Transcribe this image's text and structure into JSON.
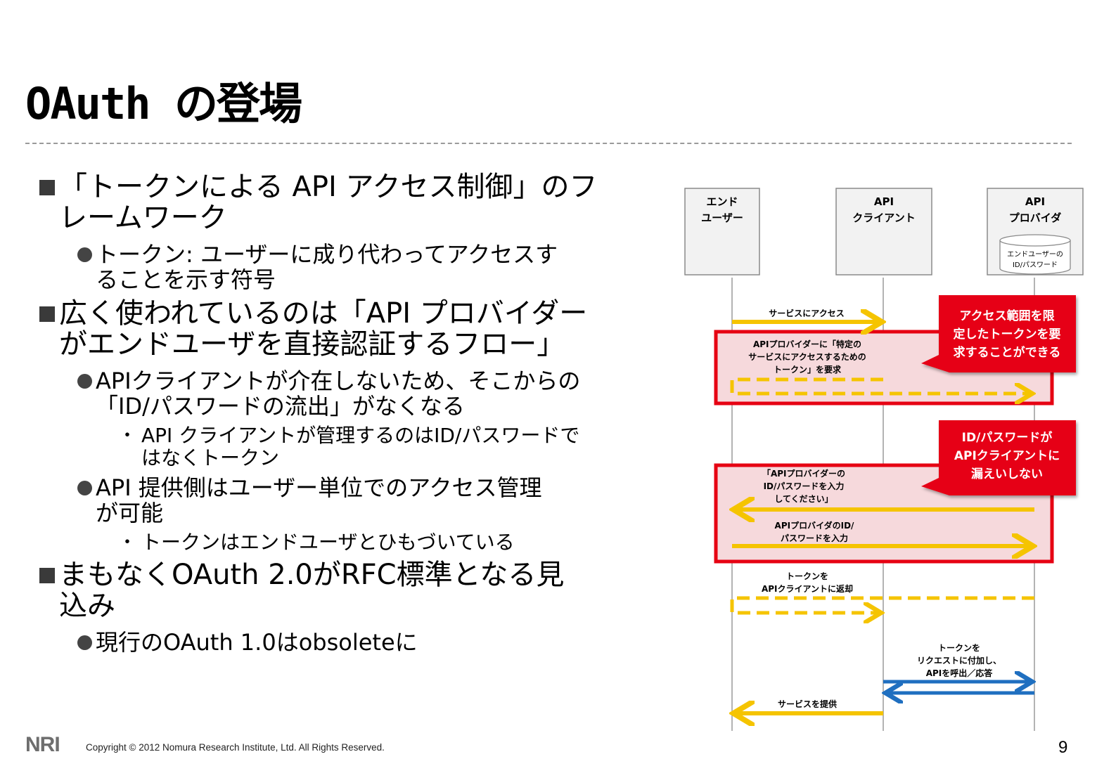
{
  "slide": {
    "title": "OAuth の登場",
    "page_number": "9",
    "copyright": "Copyright © 2012 Nomura Research Institute, Ltd. All Rights Reserved.",
    "logo_text": "NRI"
  },
  "bullets": [
    {
      "level": 1,
      "lines": [
        "「トークンによる API アクセス制御」のフ",
        "レームワーク"
      ]
    },
    {
      "level": 2,
      "lines": [
        "トークン: ユーザーに成り代わってアクセスす",
        "ることを示す符号"
      ]
    },
    {
      "level": 1,
      "lines": [
        "広く使われているのは「API プロバイダー",
        "がエンドユーザを直接認証するフロー」"
      ]
    },
    {
      "level": 2,
      "lines": [
        "APIクライアントが介在しないため、そこからの",
        "「ID/パスワードの流出」がなくなる"
      ]
    },
    {
      "level": 3,
      "marker": "・",
      "lines": [
        "API クライアントが管理するのはID/パスワードで",
        "はなくトークン"
      ]
    },
    {
      "level": 2,
      "lines": [
        "API 提供側はユーザー単位でのアクセス管理",
        "が可能"
      ]
    },
    {
      "level": 3,
      "marker": "・",
      "lines": [
        "トークンはエンドユーザとひもづいている"
      ]
    },
    {
      "level": 1,
      "lines": [
        "まもなくOAuth 2.0がRFC標準となる見",
        "込み"
      ]
    },
    {
      "level": 2,
      "lines": [
        "現行のOAuth 1.0はobsoleteに"
      ]
    }
  ],
  "diagram": {
    "actors": [
      {
        "lines": [
          "エンド",
          "ユーザー"
        ]
      },
      {
        "lines": [
          "API",
          "クライアント"
        ]
      },
      {
        "lines": [
          "API",
          "プロバイダ"
        ]
      }
    ],
    "database_label": [
      "エンドユーザーの",
      "ID/パスワード"
    ],
    "messages": [
      {
        "label": [
          "サービスにアクセス"
        ]
      },
      {
        "label": [
          "APIプロバイダーに「特定の",
          "サービスにアクセスするための",
          "トークン」を要求"
        ]
      },
      {
        "label": [
          "「APIプロバイダーの",
          "ID/パスワードを入力",
          "してください」"
        ]
      },
      {
        "label": [
          "APIプロバイダのID/",
          "パスワードを入力"
        ]
      },
      {
        "label": [
          "トークンを",
          "APIクライアントに返却"
        ]
      },
      {
        "label": [
          "トークンを",
          "リクエストに付加し、",
          "APIを呼出／応答"
        ]
      },
      {
        "label": [
          "サービスを提供"
        ]
      }
    ],
    "callouts": [
      {
        "lines": [
          "アクセス範囲を限",
          "定したトークンを要",
          "求することができる"
        ]
      },
      {
        "lines": [
          "ID/パスワードが",
          "APIクライアントに",
          "漏えいしない"
        ]
      }
    ],
    "colors": {
      "yellow": "#f5c400",
      "blue": "#1f6fc0",
      "red": "#e60012",
      "highlight": "#f6d9dc"
    }
  }
}
